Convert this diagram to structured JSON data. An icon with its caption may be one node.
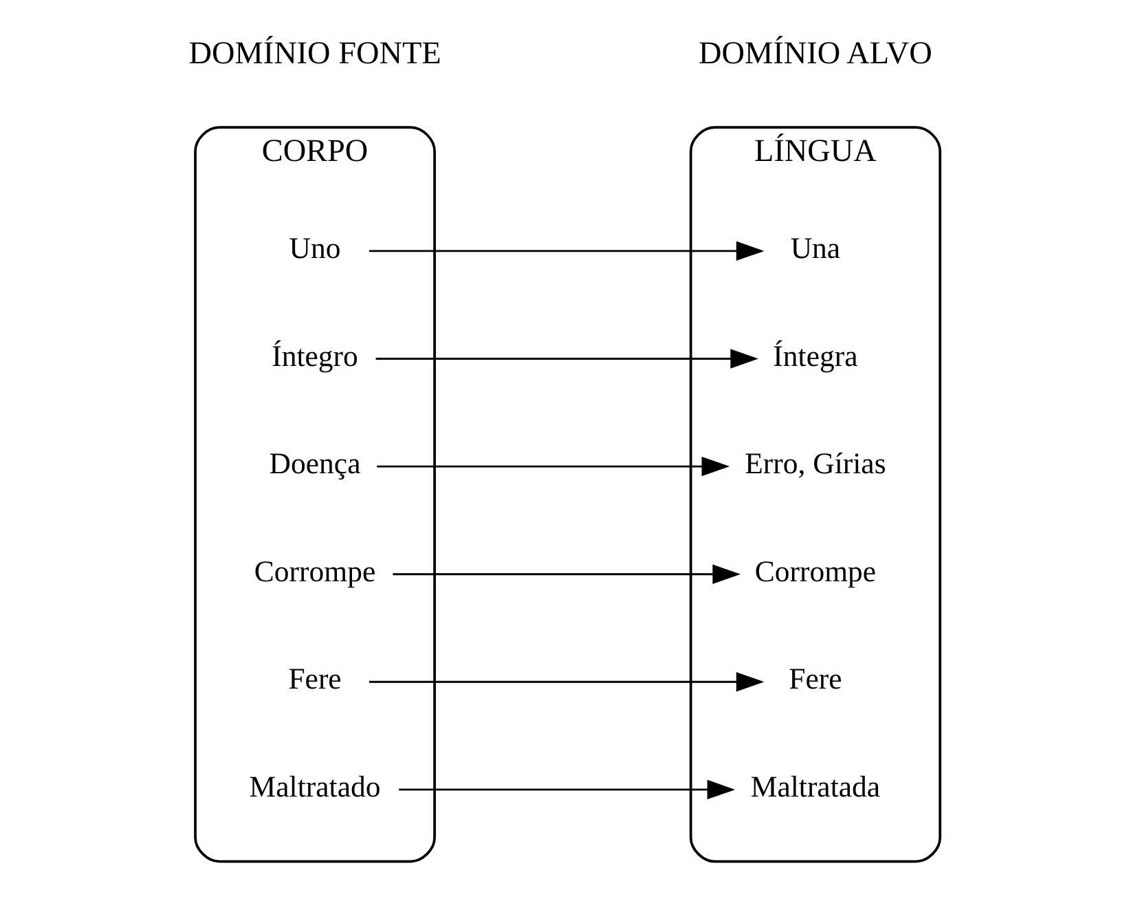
{
  "diagram": {
    "nodes": [
      {
        "text": [
          "CORPO"
        ],
        "beside": [
          "DOMÍNIO FONTE"
        ]
      },
      {
        "text": [
          "Uno"
        ],
        "in": 0
      },
      {
        "text": [
          "Íntegro"
        ],
        "in": 0
      },
      {
        "text": [
          "Doença"
        ],
        "in": 0
      },
      {
        "text": [
          "Corrompe"
        ],
        "in": 0
      },
      {
        "text": [
          "Fere"
        ],
        "in": 0
      },
      {
        "text": [
          "Maltratado"
        ],
        "in": 0
      },
      {
        "text": [
          "LÍNGUA"
        ],
        "beside": [
          "DOMÍNIO ALVO"
        ]
      },
      {
        "text": [
          "Una"
        ],
        "in": 7
      },
      {
        "text": [
          "Íntegra"
        ],
        "in": 7
      },
      {
        "text": [
          "Erro, Gírias"
        ],
        "in": 7
      },
      {
        "text": [
          "Corrompe"
        ],
        "in": 7
      },
      {
        "text": [
          "Fere"
        ],
        "in": 7
      },
      {
        "text": [
          "Maltratada"
        ],
        "in": 7
      }
    ],
    "edges": [
      {
        "from": 1,
        "to": 8,
        "arrow": "to"
      },
      {
        "from": 2,
        "to": 9,
        "arrow": "to"
      },
      {
        "from": 3,
        "to": 10,
        "arrow": "to"
      },
      {
        "from": 4,
        "to": 11,
        "arrow": "to"
      },
      {
        "from": 5,
        "to": 12,
        "arrow": "to"
      },
      {
        "from": 6,
        "to": 13,
        "arrow": "to"
      }
    ]
  }
}
